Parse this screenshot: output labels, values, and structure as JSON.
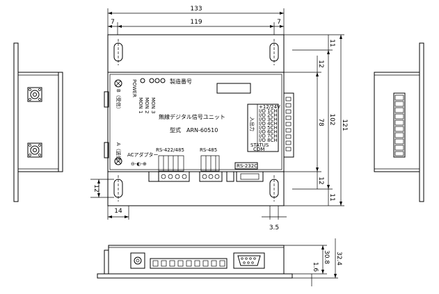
{
  "dimensions": {
    "overall_width": "133",
    "inner_width": "119",
    "left_margin": "7",
    "right_margin": "7",
    "top_mount": "11",
    "top_gap": "12",
    "body_height": "78",
    "board_height": "102",
    "total_height": "121",
    "bottom_gap": "12",
    "bottom_mount": "11",
    "left_slot_height": "12",
    "left_offset": "14",
    "bottom_offset": "3.5",
    "side_height": "30.8",
    "total_side_height": "32.4",
    "base_thickness": "1.6"
  },
  "labels": {
    "power": "POWER",
    "mon1": "MON 1",
    "mon2": "MON 2",
    "mon3": "MON 3",
    "serial": "製造番号",
    "product_name": "無線デジタル信号ユニット",
    "model": "型式　ARN-60510",
    "b_recv": "B（受信）",
    "a_send": "A（送信）",
    "ac_adapter": "ACアダプター",
    "rs422": "RS-422/485",
    "rs485": "RS-485",
    "rs232c": "RS-232C",
    "io_title": "入出力",
    "io_pins": [
      "+12/24V",
      "I/O 1CH",
      "I/O 2CH",
      "I/O 3CH",
      "I/O 4CH",
      "I/O 5CH",
      "I/O 6CH",
      "I/O 7CH",
      "I/O 8CH",
      "STATUS",
      "COM"
    ]
  }
}
